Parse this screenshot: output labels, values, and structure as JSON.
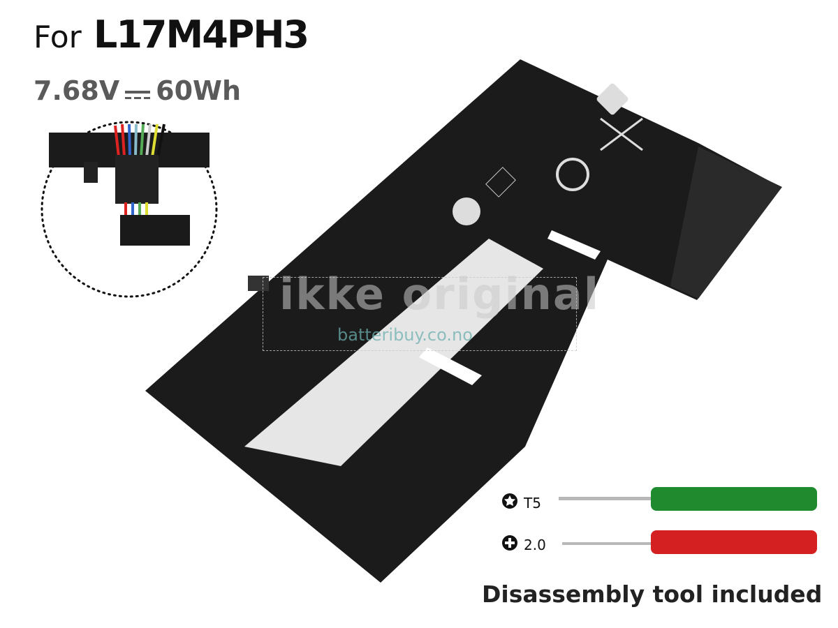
{
  "header": {
    "for_label": "For",
    "model": "L17M4PH3",
    "voltage": "7.68V",
    "capacity": "60Wh",
    "dc_symbol_icon": "dc-current-icon"
  },
  "watermark": {
    "main": "ikke original",
    "site": "batteribuy.co.no"
  },
  "tools": [
    {
      "icon": "torx-icon",
      "label": "T5",
      "handle_color": "#1f8a2e"
    },
    {
      "icon": "phillips-icon",
      "label": "2.0",
      "handle_color": "#d42020"
    }
  ],
  "footer": {
    "text": "Disassembly tool included"
  },
  "colors": {
    "battery": "#1b1b1b",
    "label": "#e9e9e9",
    "spec_text": "#5a5a5a"
  }
}
